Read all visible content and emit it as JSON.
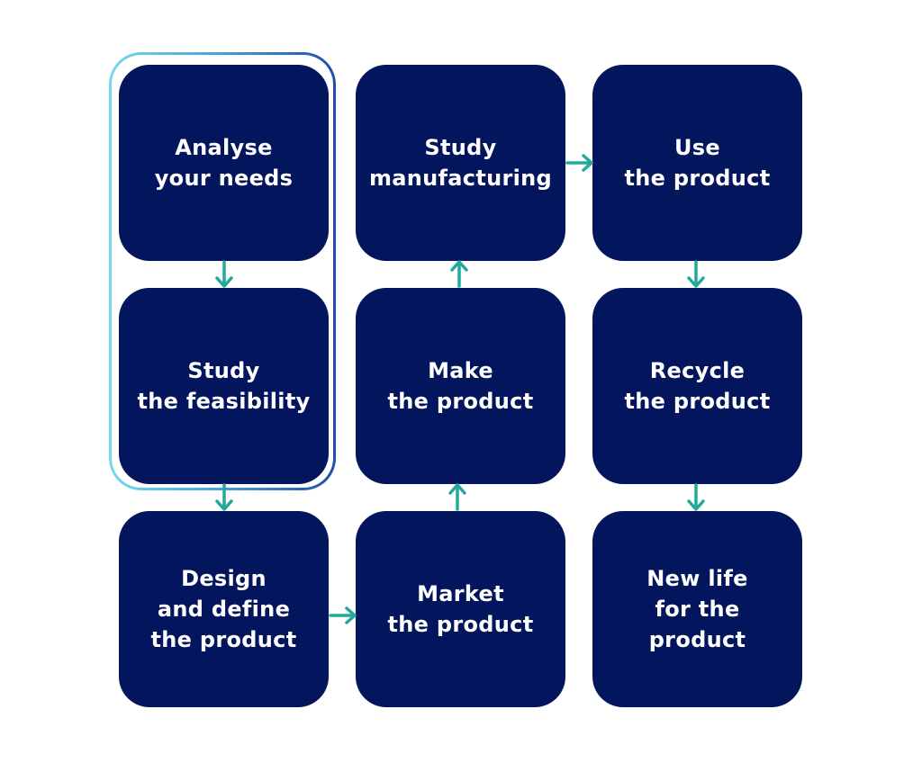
{
  "colors": {
    "box": "#03155c",
    "text": "#ffffff",
    "arrow": "#22a99a",
    "frame_start": "#7ad7ea",
    "frame_end": "#1f4fa6"
  },
  "steps": [
    {
      "id": "analyse-needs",
      "label": "Analyse\nyour needs"
    },
    {
      "id": "study-feasibility",
      "label": "Study\nthe feasibility"
    },
    {
      "id": "design-define",
      "label": "Design\nand define\nthe product"
    },
    {
      "id": "market-product",
      "label": "Market\nthe product"
    },
    {
      "id": "make-product",
      "label": "Make\nthe product"
    },
    {
      "id": "study-manufacturing",
      "label": "Study\nmanufacturing"
    },
    {
      "id": "use-product",
      "label": "Use\nthe product"
    },
    {
      "id": "recycle-product",
      "label": "Recycle\nthe product"
    },
    {
      "id": "new-life",
      "label": "New life\nfor the\nproduct"
    }
  ],
  "connections": [
    {
      "from": "analyse-needs",
      "to": "study-feasibility"
    },
    {
      "from": "study-feasibility",
      "to": "design-define"
    },
    {
      "from": "design-define",
      "to": "market-product"
    },
    {
      "from": "market-product",
      "to": "make-product"
    },
    {
      "from": "make-product",
      "to": "study-manufacturing"
    },
    {
      "from": "study-manufacturing",
      "to": "use-product"
    },
    {
      "from": "use-product",
      "to": "recycle-product"
    },
    {
      "from": "recycle-product",
      "to": "new-life"
    }
  ]
}
